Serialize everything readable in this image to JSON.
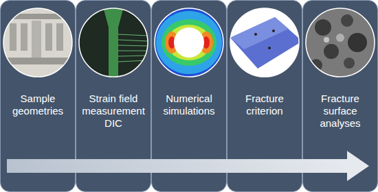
{
  "diagram": {
    "nodes": [
      {
        "text": [
          "Sample geometries"
        ]
      },
      {
        "text": [
          "Strain field measurement DIC"
        ]
      },
      {
        "text": [
          "Numerical simulations"
        ]
      },
      {
        "text": [
          "Fracture criterion"
        ]
      },
      {
        "text": [
          "Fracture surface analyses"
        ]
      }
    ]
  }
}
